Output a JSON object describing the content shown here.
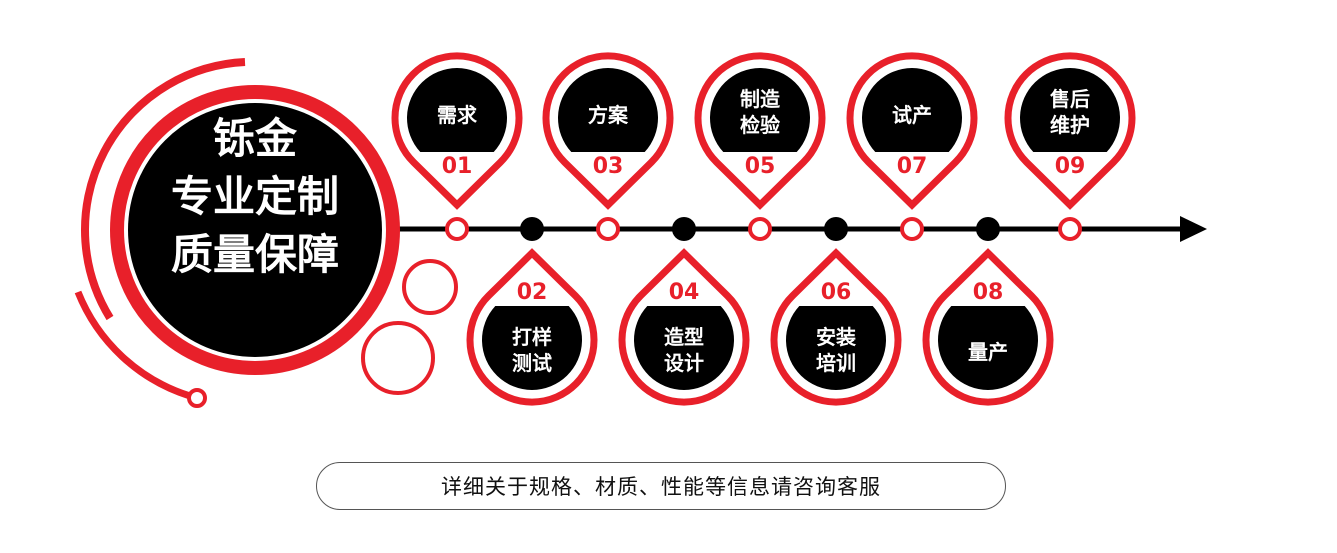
{
  "center": {
    "lines": [
      "铄金",
      "专业定制",
      "质量保障"
    ]
  },
  "steps": [
    {
      "number": "01",
      "label": [
        "需求"
      ]
    },
    {
      "number": "02",
      "label": [
        "打样",
        "测试"
      ]
    },
    {
      "number": "03",
      "label": [
        "方案"
      ]
    },
    {
      "number": "04",
      "label": [
        "造型",
        "设计"
      ]
    },
    {
      "number": "05",
      "label": [
        "制造",
        "检验"
      ]
    },
    {
      "number": "06",
      "label": [
        "安装",
        "培训"
      ]
    },
    {
      "number": "07",
      "label": [
        "试产"
      ]
    },
    {
      "number": "08",
      "label": [
        "量产"
      ]
    },
    {
      "number": "09",
      "label": [
        "售后",
        "维护"
      ]
    }
  ],
  "footer": {
    "text": "详细关于规格、材质、性能等信息请咨询客服"
  },
  "colors": {
    "accent": "#e8202a",
    "dark": "#000000"
  }
}
